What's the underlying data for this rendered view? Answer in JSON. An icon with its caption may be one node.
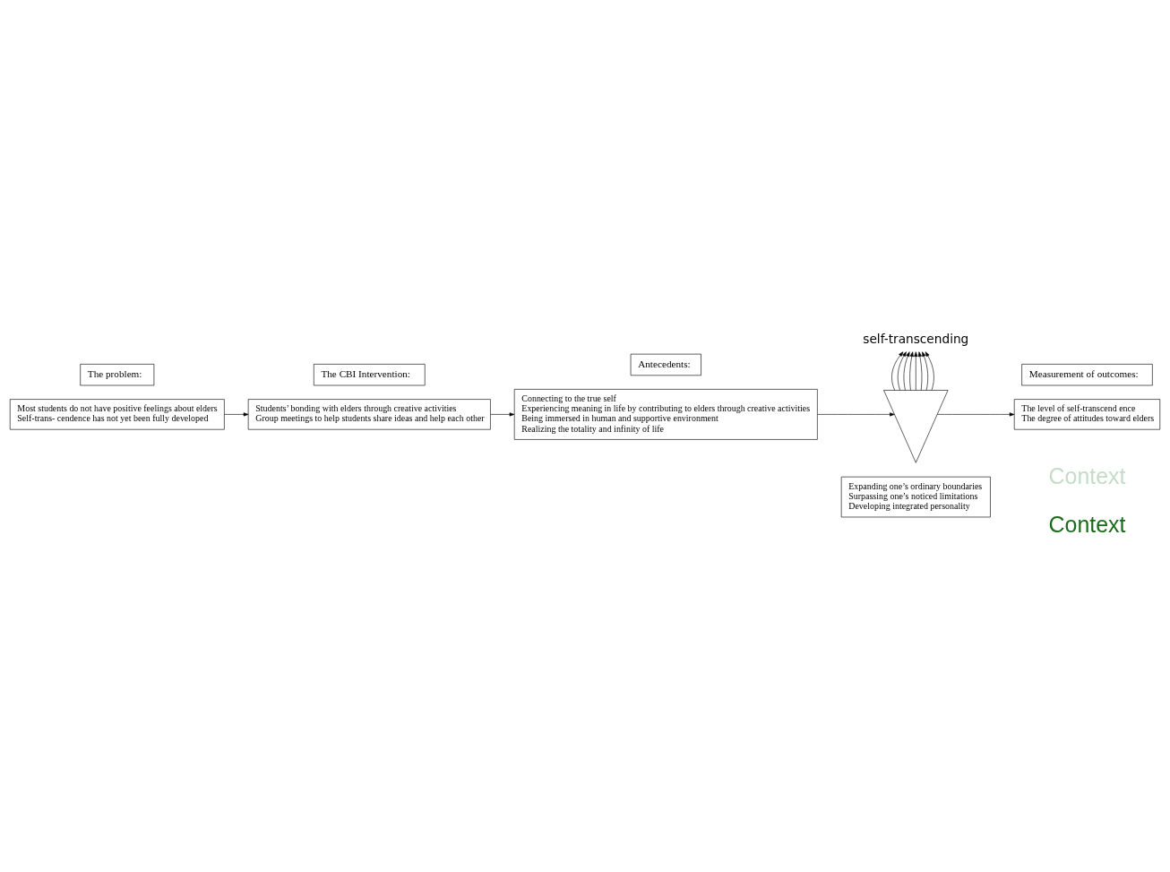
{
  "diagram": {
    "nodes": [
      {
        "text": [
          "The problem:"
        ]
      },
      {
        "text": [
          "The CBI Intervention:"
        ]
      },
      {
        "text": [
          "Antecedents:"
        ]
      },
      {
        "text": [
          "self-transcending"
        ]
      },
      {
        "text": [
          "Measurement of outcomes:"
        ]
      },
      {
        "text": [
          "Most students do not have positive feelings about elders",
          "Self-trans- cendence has not yet been fully developed"
        ]
      },
      {
        "text": [
          "Students’ bonding with elders through creative activities",
          "Group meetings to help students share ideas and help each other"
        ]
      },
      {
        "text": [
          "Connecting to the true self",
          "Experiencing meaning in life by contributing to elders through creative activities",
          "Being immersed in human and supportive environment",
          "Realizing the totality and infinity of life"
        ]
      },
      {
        "text": [],
        "shape": "triangle"
      },
      {
        "text": [
          "The level of self-transcend ence",
          "The degree of attitudes toward elders"
        ]
      },
      {
        "text": [
          "Expanding one’s ordinary boundaries",
          "Surpassing one’s noticed limitations",
          "Developing integrated personality"
        ]
      }
    ],
    "edges": [
      {
        "from": 5,
        "to": 6,
        "arrow": "to"
      },
      {
        "from": 6,
        "to": 7,
        "arrow": "to"
      },
      {
        "from": 7,
        "to": 8,
        "arrow": "to"
      },
      {
        "from": 8,
        "to": 9,
        "arrow": "to"
      },
      {
        "from": 8,
        "to": 3,
        "arrow": "to"
      },
      {
        "from": 8,
        "to": 3,
        "arrow": "to"
      },
      {
        "from": 8,
        "to": 3,
        "arrow": "to"
      },
      {
        "from": 8,
        "to": 3,
        "arrow": "to"
      },
      {
        "from": 8,
        "to": 3,
        "arrow": "to"
      },
      {
        "from": 8,
        "to": 3,
        "arrow": "to"
      },
      {
        "from": 8,
        "to": 3,
        "arrow": "to"
      },
      {
        "from": 8,
        "to": 3,
        "arrow": "to"
      }
    ],
    "labels": [
      "Context",
      "Context"
    ]
  }
}
